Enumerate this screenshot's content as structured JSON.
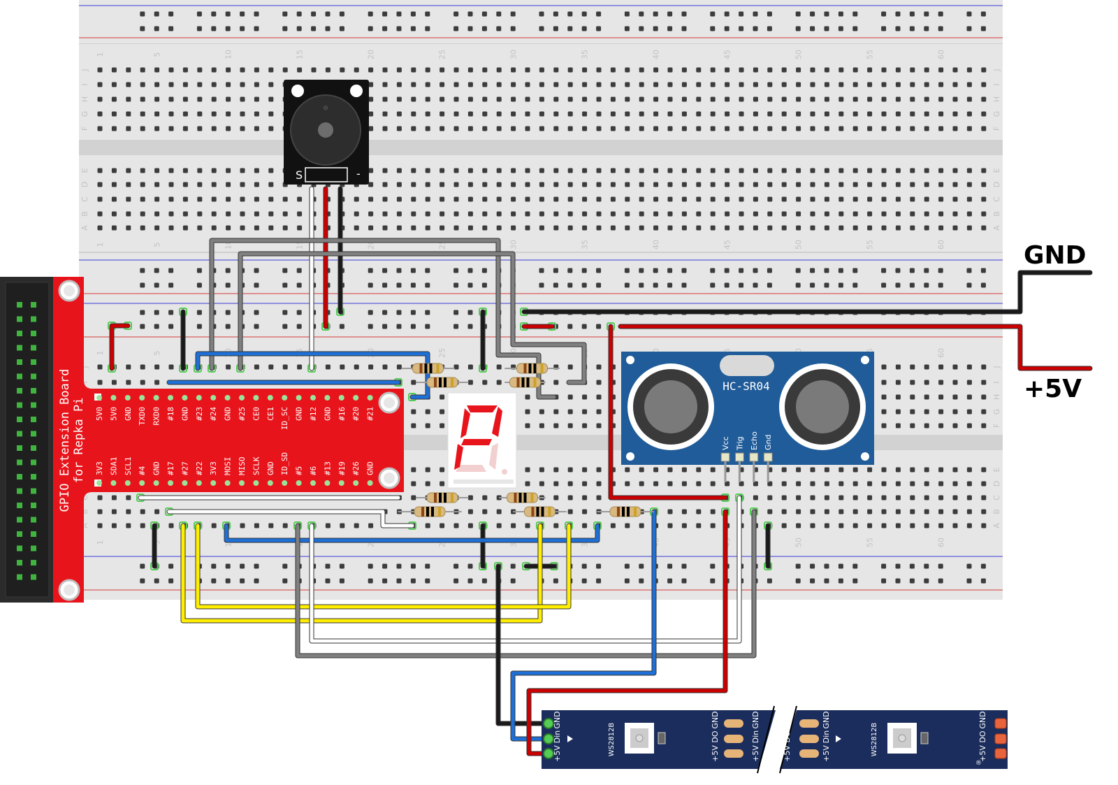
{
  "breadboard": {
    "column_numbers": [
      "1",
      "5",
      "10",
      "15",
      "20",
      "25",
      "30",
      "35",
      "40",
      "45",
      "50",
      "55",
      "60"
    ],
    "row_letters_top": [
      "J",
      "I",
      "H",
      "G",
      "F"
    ],
    "row_letters_bottom": [
      "E",
      "D",
      "C",
      "B",
      "A"
    ]
  },
  "power_labels": {
    "gnd": "GND",
    "vcc": "+5V"
  },
  "gpio_board": {
    "title_line1": "GPIO Extension Board",
    "title_line2": "for Repka Pi",
    "pins_top": [
      "5V0",
      "5V0",
      "GND",
      "TXD0",
      "RXD0",
      "#18",
      "GND",
      "#23",
      "#24",
      "GND",
      "#25",
      "CE0",
      "CE1",
      "ID_SC",
      "GND",
      "#12",
      "GND",
      "#16",
      "#20",
      "#21"
    ],
    "pins_bottom": [
      "3V3",
      "SDA1",
      "SCL1",
      "#4",
      "GND",
      "#17",
      "#27",
      "#22",
      "3V3",
      "MOSI",
      "MISO",
      "SCLK",
      "GND",
      "ID_SD",
      "#5",
      "#6",
      "#13",
      "#19",
      "#26",
      "GND"
    ]
  },
  "buzzer": {
    "pin_s": "S",
    "pin_minus": "-"
  },
  "sensor": {
    "name": "HC-SR04",
    "pins": [
      "Vcc",
      "Trig",
      "Echo",
      "Gnd"
    ]
  },
  "led_strip": {
    "chip": "WS2812B",
    "in_pins": [
      "GND",
      "Din",
      "+5V"
    ],
    "out_pins": [
      "GND",
      "DO",
      "+5V"
    ]
  },
  "colors": {
    "wire_red": "#cc0000",
    "wire_black": "#1a1a1a",
    "wire_gray": "#808080",
    "wire_white": "#ffffff",
    "wire_blue": "#1e6fd6",
    "wire_yellow": "#ffee00",
    "wire_green": "#55cc55",
    "board_red": "#e8141b",
    "sensor_blue": "#1f5c99",
    "strip_navy": "#1b2d5c"
  }
}
